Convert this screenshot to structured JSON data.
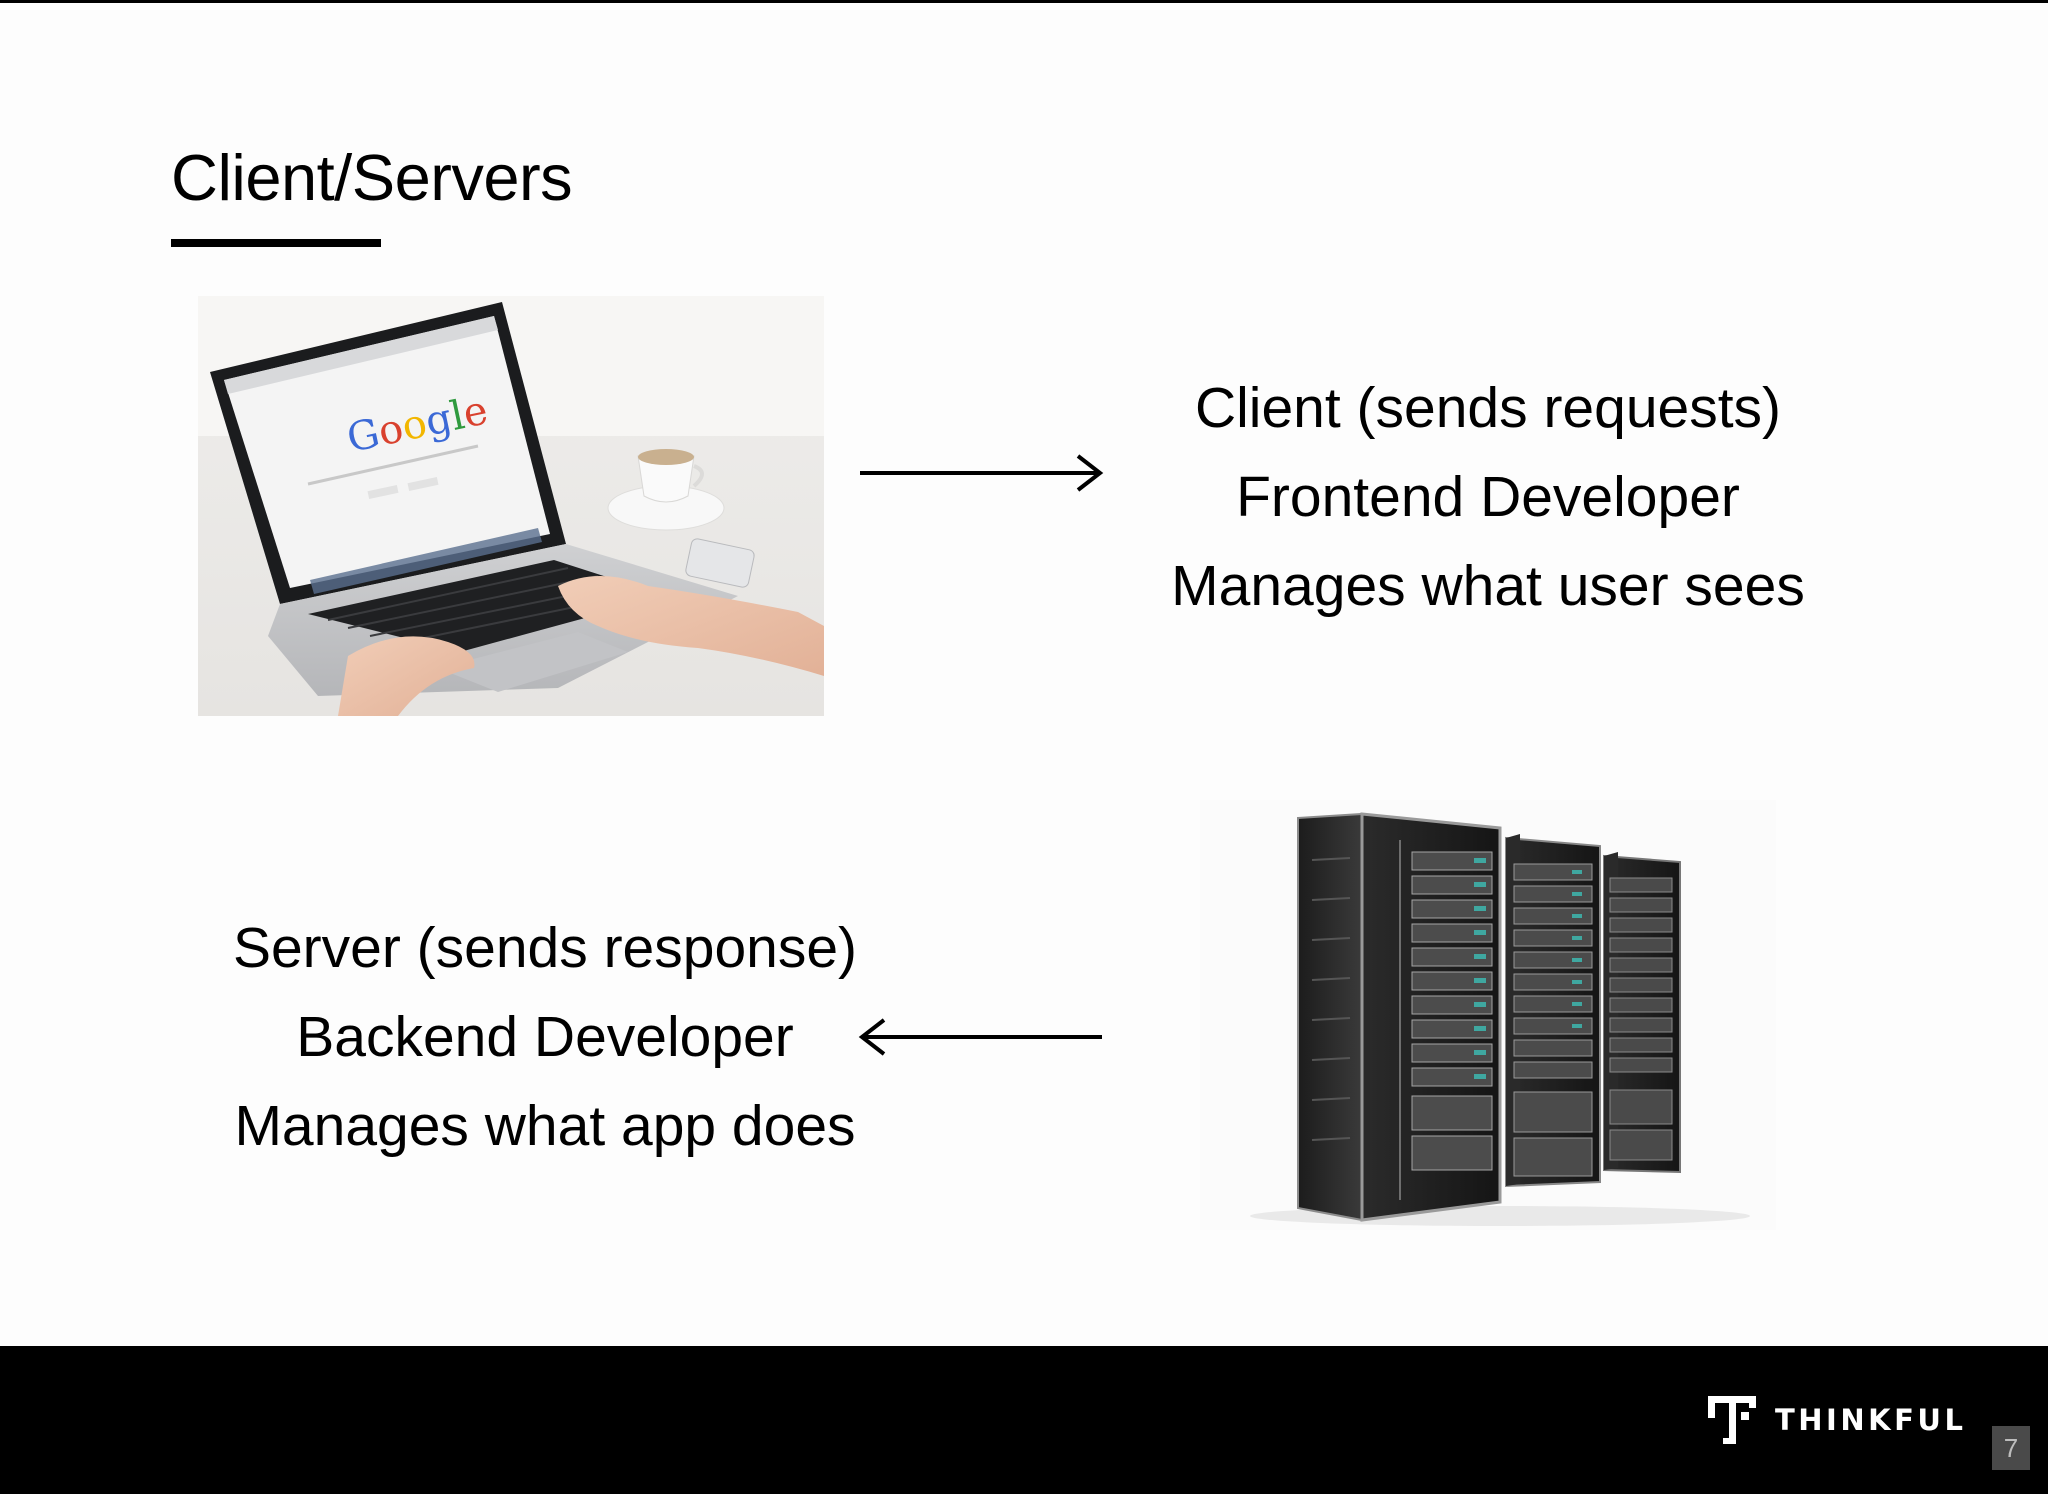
{
  "slide": {
    "title": "Client/Servers",
    "client": {
      "lines": [
        "Client (sends requests)",
        "Frontend Developer",
        "Manages what user sees"
      ],
      "arrow_direction": "right"
    },
    "server": {
      "lines": [
        "Server (sends response)",
        "Backend Developer",
        "Manages what app does"
      ],
      "arrow_direction": "left"
    },
    "laptop_screen_logo": "Google",
    "footer": {
      "brand": "THINKFUL",
      "page_number": "7"
    }
  },
  "colors": {
    "text": "#000000",
    "footer_bg": "#000000",
    "footer_text": "#ffffff",
    "page_badge": "#4a4a4a"
  }
}
